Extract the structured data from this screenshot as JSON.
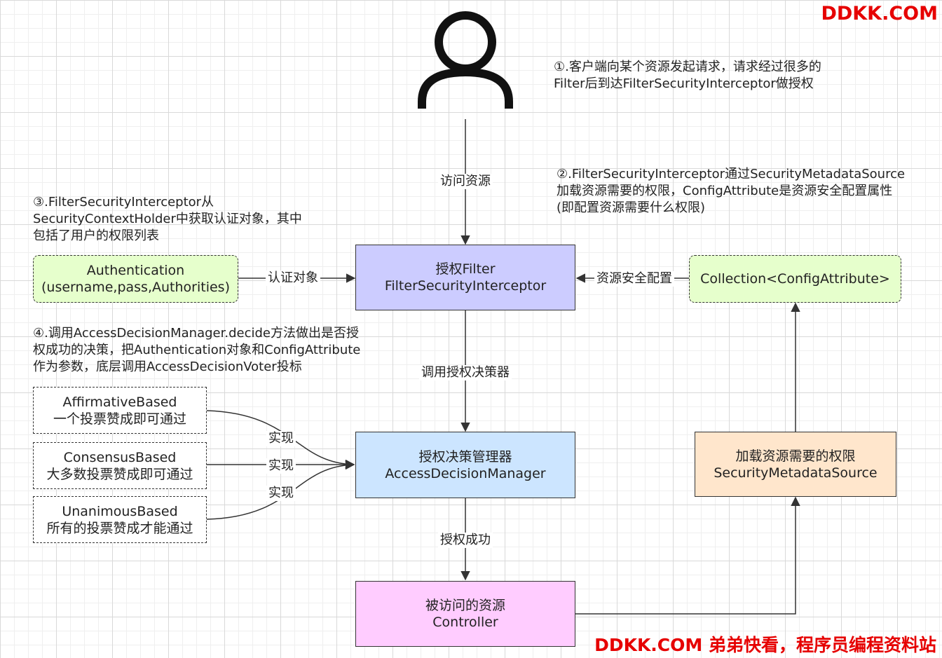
{
  "watermark": {
    "top": "DDKK.COM",
    "bottom": "DDKK.COM 弟弟快看，程序员编程资料站"
  },
  "notes": {
    "n1": [
      "①.客户端向某个资源发起请求，请求经过很多的",
      "Filter后到达FilterSecurityInterceptor做授权"
    ],
    "n2": [
      "②.FilterSecurityInterceptor通过SecurityMetadataSource",
      "加载资源需要的权限，ConfigAttribute是资源安全配置属性",
      "(即配置资源需要什么权限)"
    ],
    "n3": [
      "③.FilterSecurityInterceptor从",
      "SecurityContextHolder中获取认证对象，其中",
      "包括了用户的权限列表"
    ],
    "n4": [
      "④.调用AccessDecisionManager.decide方法做出是否授",
      "权成功的决策，把Authentication对象和ConfigAttribute",
      "作为参数，底层调用AccessDecisionVoter投标"
    ]
  },
  "nodes": {
    "filter": [
      "授权Filter",
      "FilterSecurityInterceptor"
    ],
    "authentication": [
      "Authentication",
      "(username,pass,Authorities)"
    ],
    "collection": [
      "Collection<ConfigAttribute>"
    ],
    "manager": [
      "授权决策管理器",
      "AccessDecisionManager"
    ],
    "metadata": [
      "加载资源需要的权限",
      "SecurityMetadataSource"
    ],
    "affirmative": [
      "AffirmativeBased",
      "一个投票赞成即可通过"
    ],
    "consensus": [
      "ConsensusBased",
      "大多数投票赞成即可通过"
    ],
    "unanimous": [
      "UnanimousBased",
      "所有的投票赞成才能通过"
    ],
    "controller": [
      "被访问的资源",
      "Controller"
    ]
  },
  "edges": {
    "access": "访问资源",
    "auth_object": "认证对象",
    "security_config": "资源安全配置",
    "call_decision": "调用授权决策器",
    "impl1": "实现",
    "impl2": "实现",
    "impl3": "实现",
    "success": "授权成功"
  },
  "colors": {
    "filter": "#ccccff",
    "manager": "#cce5ff",
    "metadata": "#ffe6cc",
    "controller": "#ffccff",
    "green": "#e6ffcc",
    "line": "#333333",
    "watermark": "#e60000"
  }
}
